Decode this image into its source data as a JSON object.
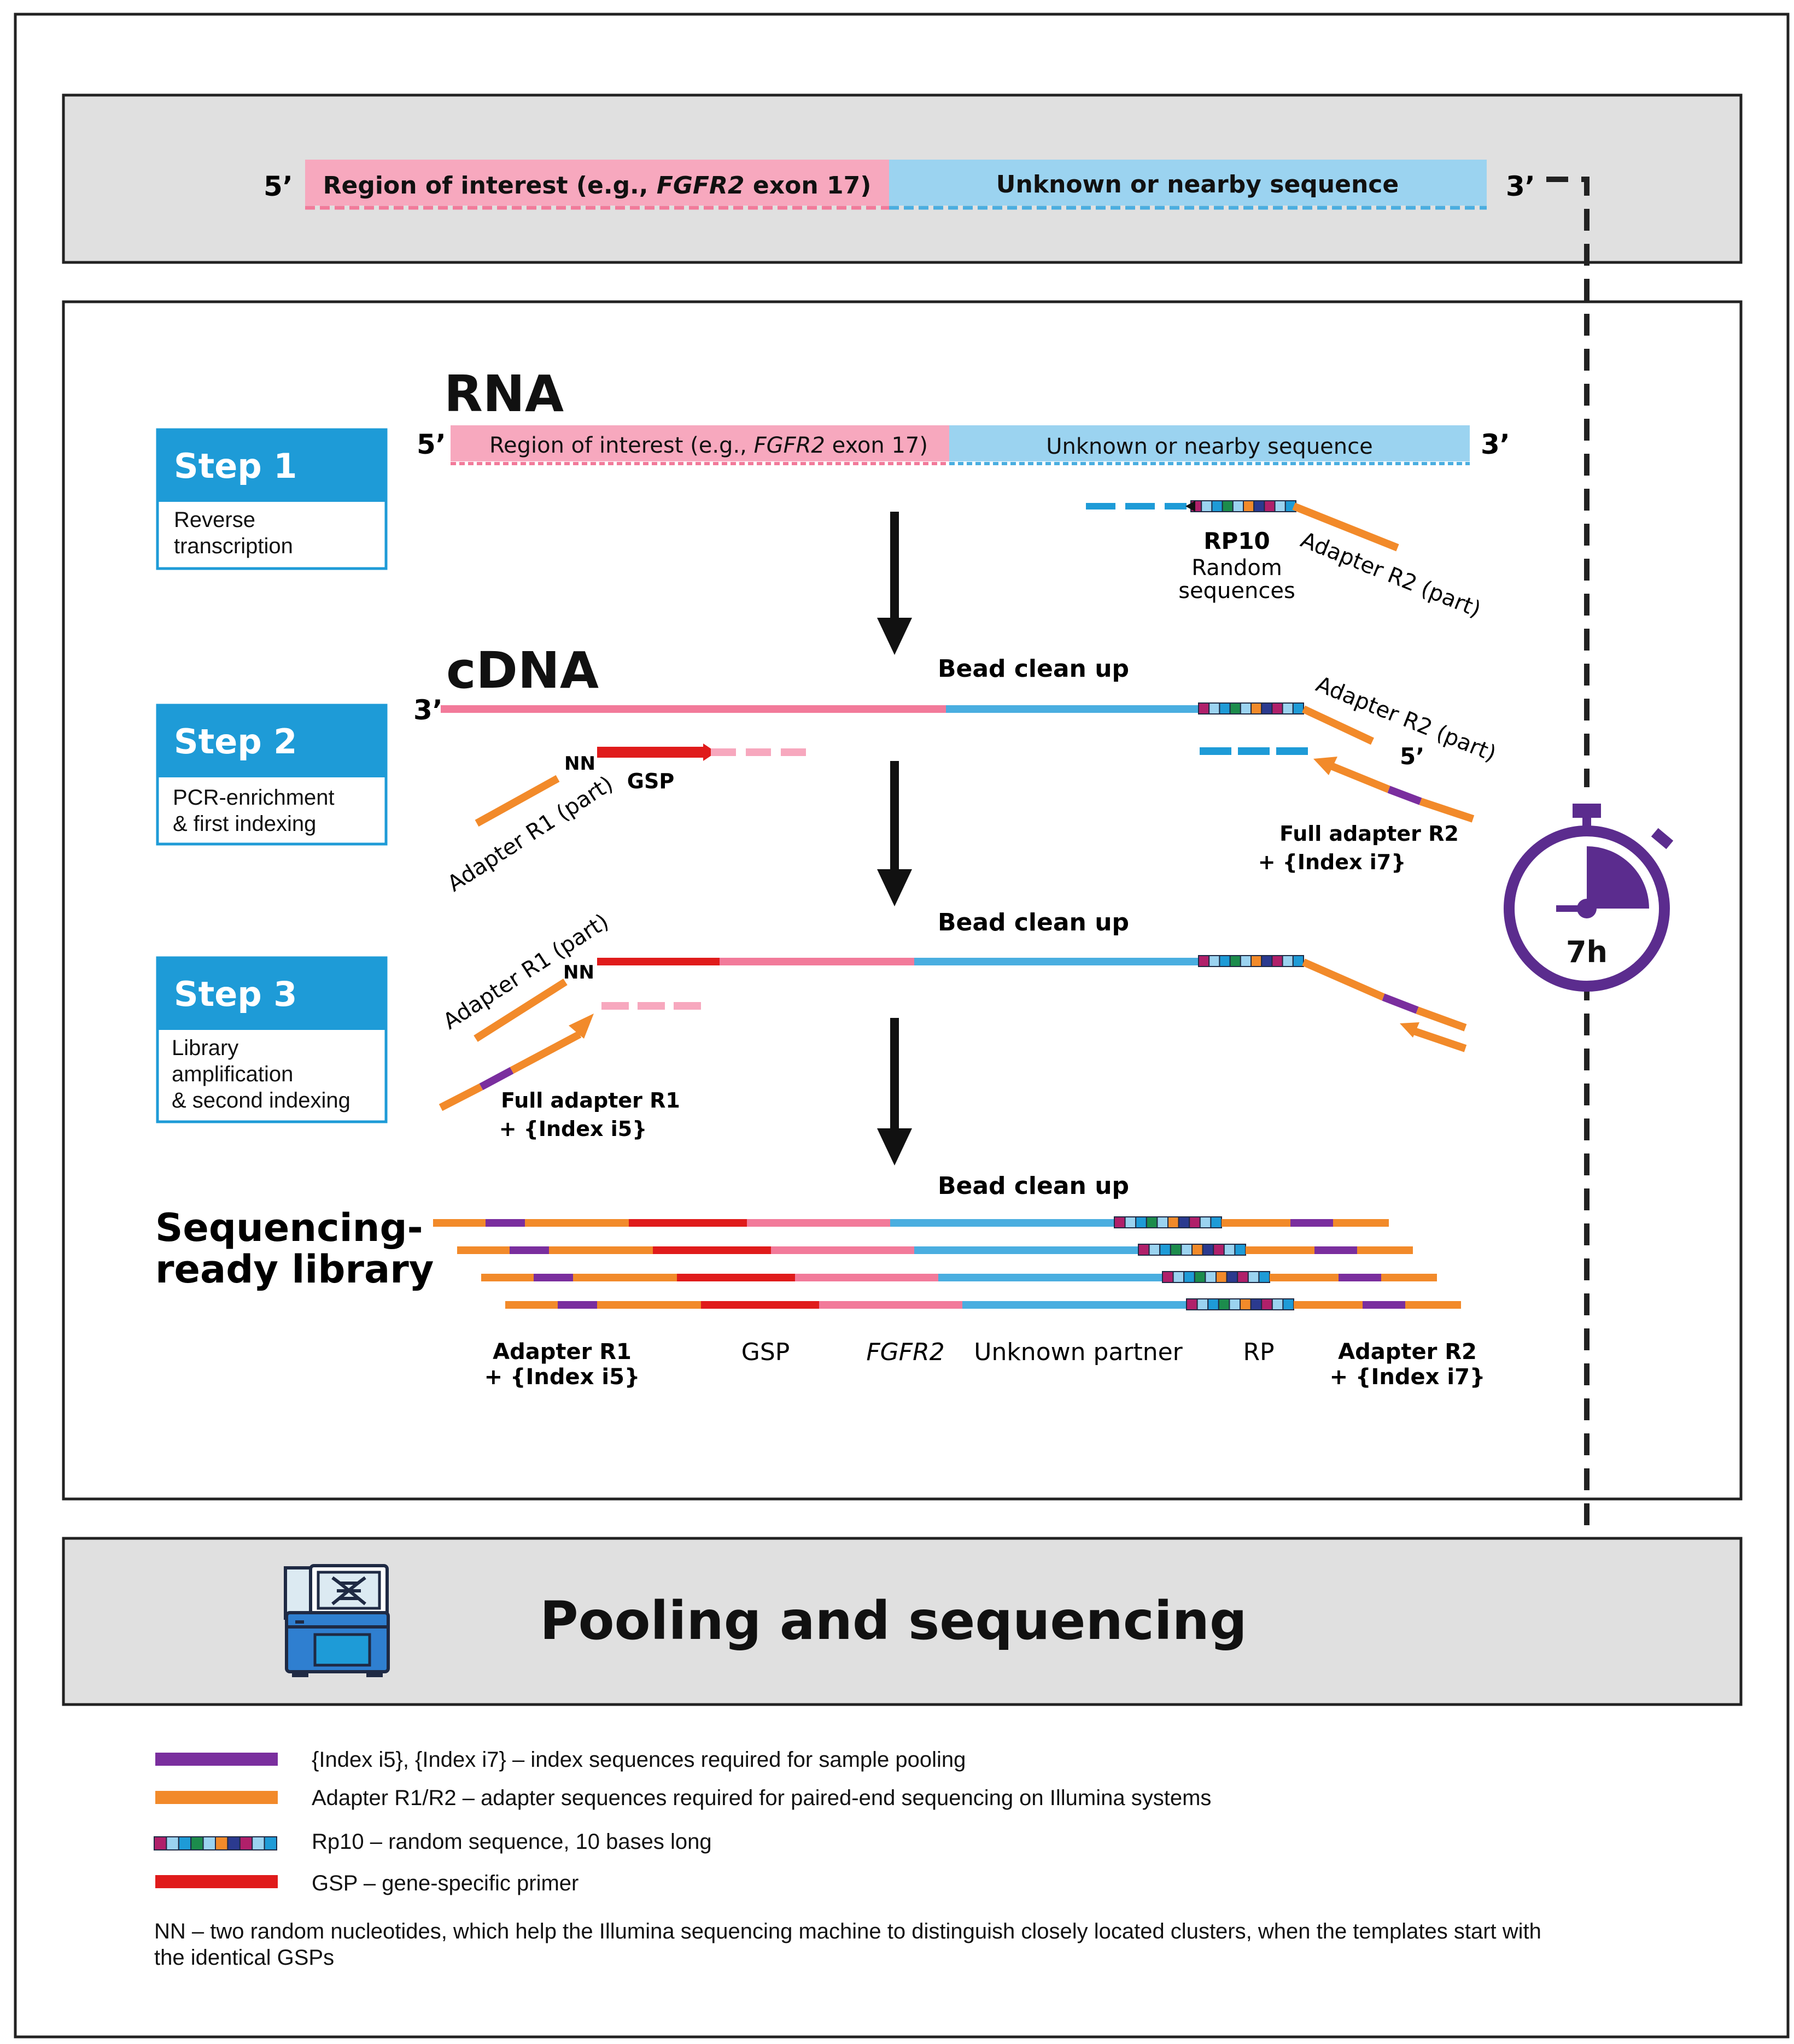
{
  "top_panel": {
    "five_prime": "5’",
    "three_prime": "3’",
    "region_label_pre": "Region of interest (e.g., ",
    "region_label_gene": "FGFR2",
    "region_label_post": " exon 17)",
    "unknown_label": "Unknown or nearby sequence"
  },
  "steps": [
    {
      "title": "Step 1",
      "description_lines": [
        "Reverse",
        "transcription"
      ]
    },
    {
      "title": "Step 2",
      "description_lines": [
        "PCR-enrichment",
        "& first indexing"
      ]
    },
    {
      "title": "Step 3",
      "description_lines": [
        "Library",
        "amplification",
        "& second indexing"
      ]
    }
  ],
  "rna": {
    "label": "RNA",
    "five_prime": "5’",
    "three_prime": "3’",
    "region_label_pre": "Region of interest (e.g., ",
    "region_label_gene": "FGFR2",
    "region_label_post": " exon 17)",
    "unknown_label": "Unknown or nearby sequence",
    "rp10_label": "RP10",
    "random_lines": [
      "Random",
      "sequences"
    ],
    "adapter_r2_part": "Adapter R2 (part)"
  },
  "cdna": {
    "label": "cDNA",
    "three_prime": "3’",
    "five_prime": "5’",
    "bead_clean_up": "Bead clean up",
    "nn": "NN",
    "gsp": "GSP",
    "adapter_r1_part": "Adapter R1 (part)",
    "adapter_r2_part": "Adapter R2 (part)",
    "full_adapter_r2_lines": [
      "Full adapter R2",
      "+ {Index i7}"
    ]
  },
  "step3": {
    "bead_clean_up": "Bead clean up",
    "nn": "NN",
    "adapter_r1_part": "Adapter R1 (part)",
    "full_adapter_r1_lines": [
      "Full adapter R1",
      "+ {Index i5}"
    ]
  },
  "library": {
    "title_lines": [
      "Sequencing-",
      "ready library"
    ],
    "bead_clean_up": "Bead clean  up",
    "labels": {
      "adapter_r1_lines": [
        "Adapter R1",
        "+ {Index i5}"
      ],
      "gsp": "GSP",
      "gene": "FGFR2",
      "partner": "Unknown partner",
      "rp": "RP",
      "adapter_r2_lines": [
        "Adapter R2",
        "+ {Index i7}"
      ]
    }
  },
  "timer": {
    "label": "7h",
    "icon": "stopwatch-icon"
  },
  "pooling": {
    "label": "Pooling and sequencing",
    "icon": "sequencer-icon"
  },
  "legend": [
    {
      "swatch": "index",
      "text": "{Index i5}, {Index i7} – index sequences required for sample pooling"
    },
    {
      "swatch": "adapter",
      "text": "Adapter R1/R2 – adapter sequences required for paired-end sequencing on Illumina systems"
    },
    {
      "swatch": "rp10",
      "text": "Rp10 – random sequence, 10 bases long"
    },
    {
      "swatch": "gsp",
      "text": "GSP – gene-specific primer"
    }
  ],
  "footnote_lines": [
    "NN – two random nucleotides, which help the Illumina sequencing machine to distinguish closely located clusters, when the templates start with",
    "the identical GSPs"
  ],
  "colors": {
    "pink": "#F7A8BE",
    "pink_strong": "#F27A9A",
    "light_blue": "#9BD3F0",
    "blue": "#4AAEE0",
    "orange": "#F28A2A",
    "purple": "#7A2E9E",
    "red": "#E01B1B",
    "step_blue": "#1E9BD7",
    "panel_gray": "#E0E0E0",
    "timer_purple": "#5B2C8E"
  }
}
